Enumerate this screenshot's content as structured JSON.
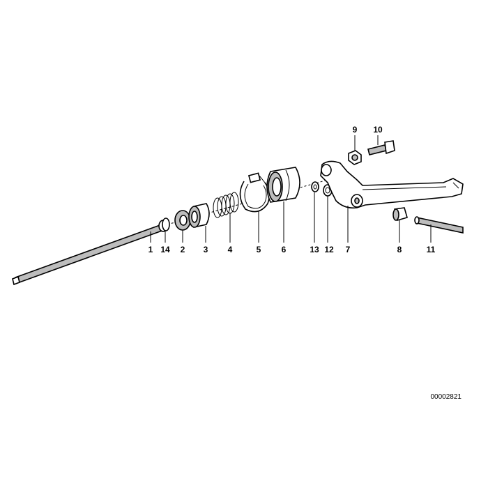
{
  "callouts": [
    {
      "id": "1",
      "label": "1"
    },
    {
      "id": "14",
      "label": "14"
    },
    {
      "id": "2",
      "label": "2"
    },
    {
      "id": "3",
      "label": "3"
    },
    {
      "id": "4",
      "label": "4"
    },
    {
      "id": "5",
      "label": "5"
    },
    {
      "id": "6",
      "label": "6"
    },
    {
      "id": "13",
      "label": "13"
    },
    {
      "id": "12",
      "label": "12"
    },
    {
      "id": "7",
      "label": "7"
    },
    {
      "id": "8",
      "label": "8"
    },
    {
      "id": "11",
      "label": "11"
    },
    {
      "id": "9",
      "label": "9"
    },
    {
      "id": "10",
      "label": "10"
    }
  ],
  "document_number": "00002821"
}
